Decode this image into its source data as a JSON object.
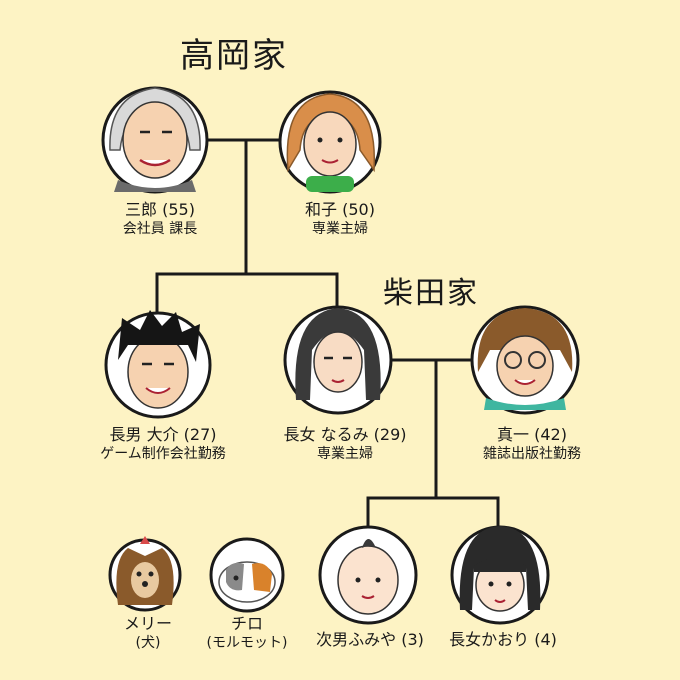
{
  "families": {
    "takaoka": "高岡家",
    "shibata": "柴田家"
  },
  "members": {
    "saburo": {
      "name": "三郎 (55)",
      "role": "会社員 課長",
      "icon": "gray-haired-father-portrait",
      "hair": "#d9d9d9",
      "skin": "#f6d2b0",
      "shirt": "#6b6b6b"
    },
    "kazuko": {
      "name": "和子 (50)",
      "role": "専業主婦",
      "icon": "mother-portrait",
      "hair": "#d98e4a",
      "skin": "#f8d8bc",
      "shirt": "#3cae4a"
    },
    "daisuke": {
      "name": "長男 大介 (27)",
      "role": "ゲーム制作会社勤務",
      "icon": "son-portrait",
      "hair": "#151515",
      "skin": "#f6d2b0",
      "shirt": "#ffffff"
    },
    "narumi": {
      "name": "長女 なるみ (29)",
      "role": "専業主婦",
      "icon": "daughter-portrait",
      "hair": "#3a3a3a",
      "skin": "#f8dcc4",
      "shirt": "#ffffff"
    },
    "shinichi": {
      "name": "真一 (42)",
      "role": "雑誌出版社勤務",
      "icon": "son-in-law-portrait",
      "hair": "#8a5a2b",
      "skin": "#f6d2b0",
      "shirt": "#3fb6a0"
    },
    "merry": {
      "name": "メリー",
      "role": "(犬)",
      "icon": "dog-portrait",
      "hair": "#8a5a2b",
      "skin": "#e8c9a0",
      "shirt": "#d94a4a"
    },
    "chiro": {
      "name": "チロ",
      "role": "(モルモット)",
      "icon": "guinea-pig-portrait",
      "hair": "#d9822b",
      "skin": "#ffffff",
      "shirt": "#8a8a8a"
    },
    "fumiya": {
      "name": "次男ふみや (3)",
      "role": "",
      "icon": "baby-boy-portrait",
      "hair": "#3a3a3a",
      "skin": "#fbe3cf",
      "shirt": "#ffffff"
    },
    "kaori": {
      "name": "長女かおり (4)",
      "role": "",
      "icon": "girl-portrait",
      "hair": "#2a2a2a",
      "skin": "#fbe3cf",
      "shirt": "#ffffff"
    }
  },
  "colors": {
    "background": "#fdf3c4",
    "line": "#1a1a1a"
  }
}
